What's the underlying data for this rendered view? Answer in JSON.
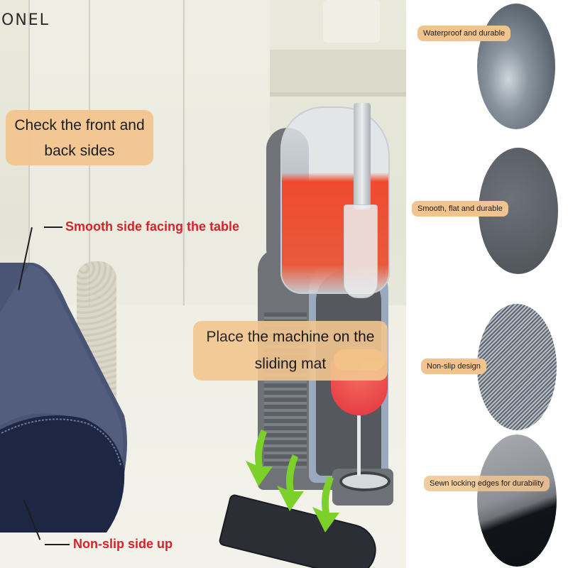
{
  "brand": {
    "text": "ONEL"
  },
  "callouts": {
    "check_sides": {
      "line1": "Check the front and",
      "line2": "back sides"
    },
    "smooth_side": "Smooth side facing the table",
    "non_slip_side": "Non-slip side up",
    "place_machine": {
      "line1": "Place the machine on the",
      "line2": "sliding mat"
    }
  },
  "features": [
    {
      "label": "Waterproof and durable",
      "icon": "water-splash-texture"
    },
    {
      "label": "Smooth, flat and durable",
      "icon": "smooth-texture"
    },
    {
      "label": "Non-slip design",
      "icon": "ribbed-texture"
    },
    {
      "label": "Sewn locking edges for durability",
      "icon": "stitched-edge-texture"
    }
  ],
  "colors": {
    "label_bg": "#f3c690",
    "callout_red": "#d6222a",
    "arrow_green": "#7bd12a",
    "mat_navy": "#27324f"
  }
}
